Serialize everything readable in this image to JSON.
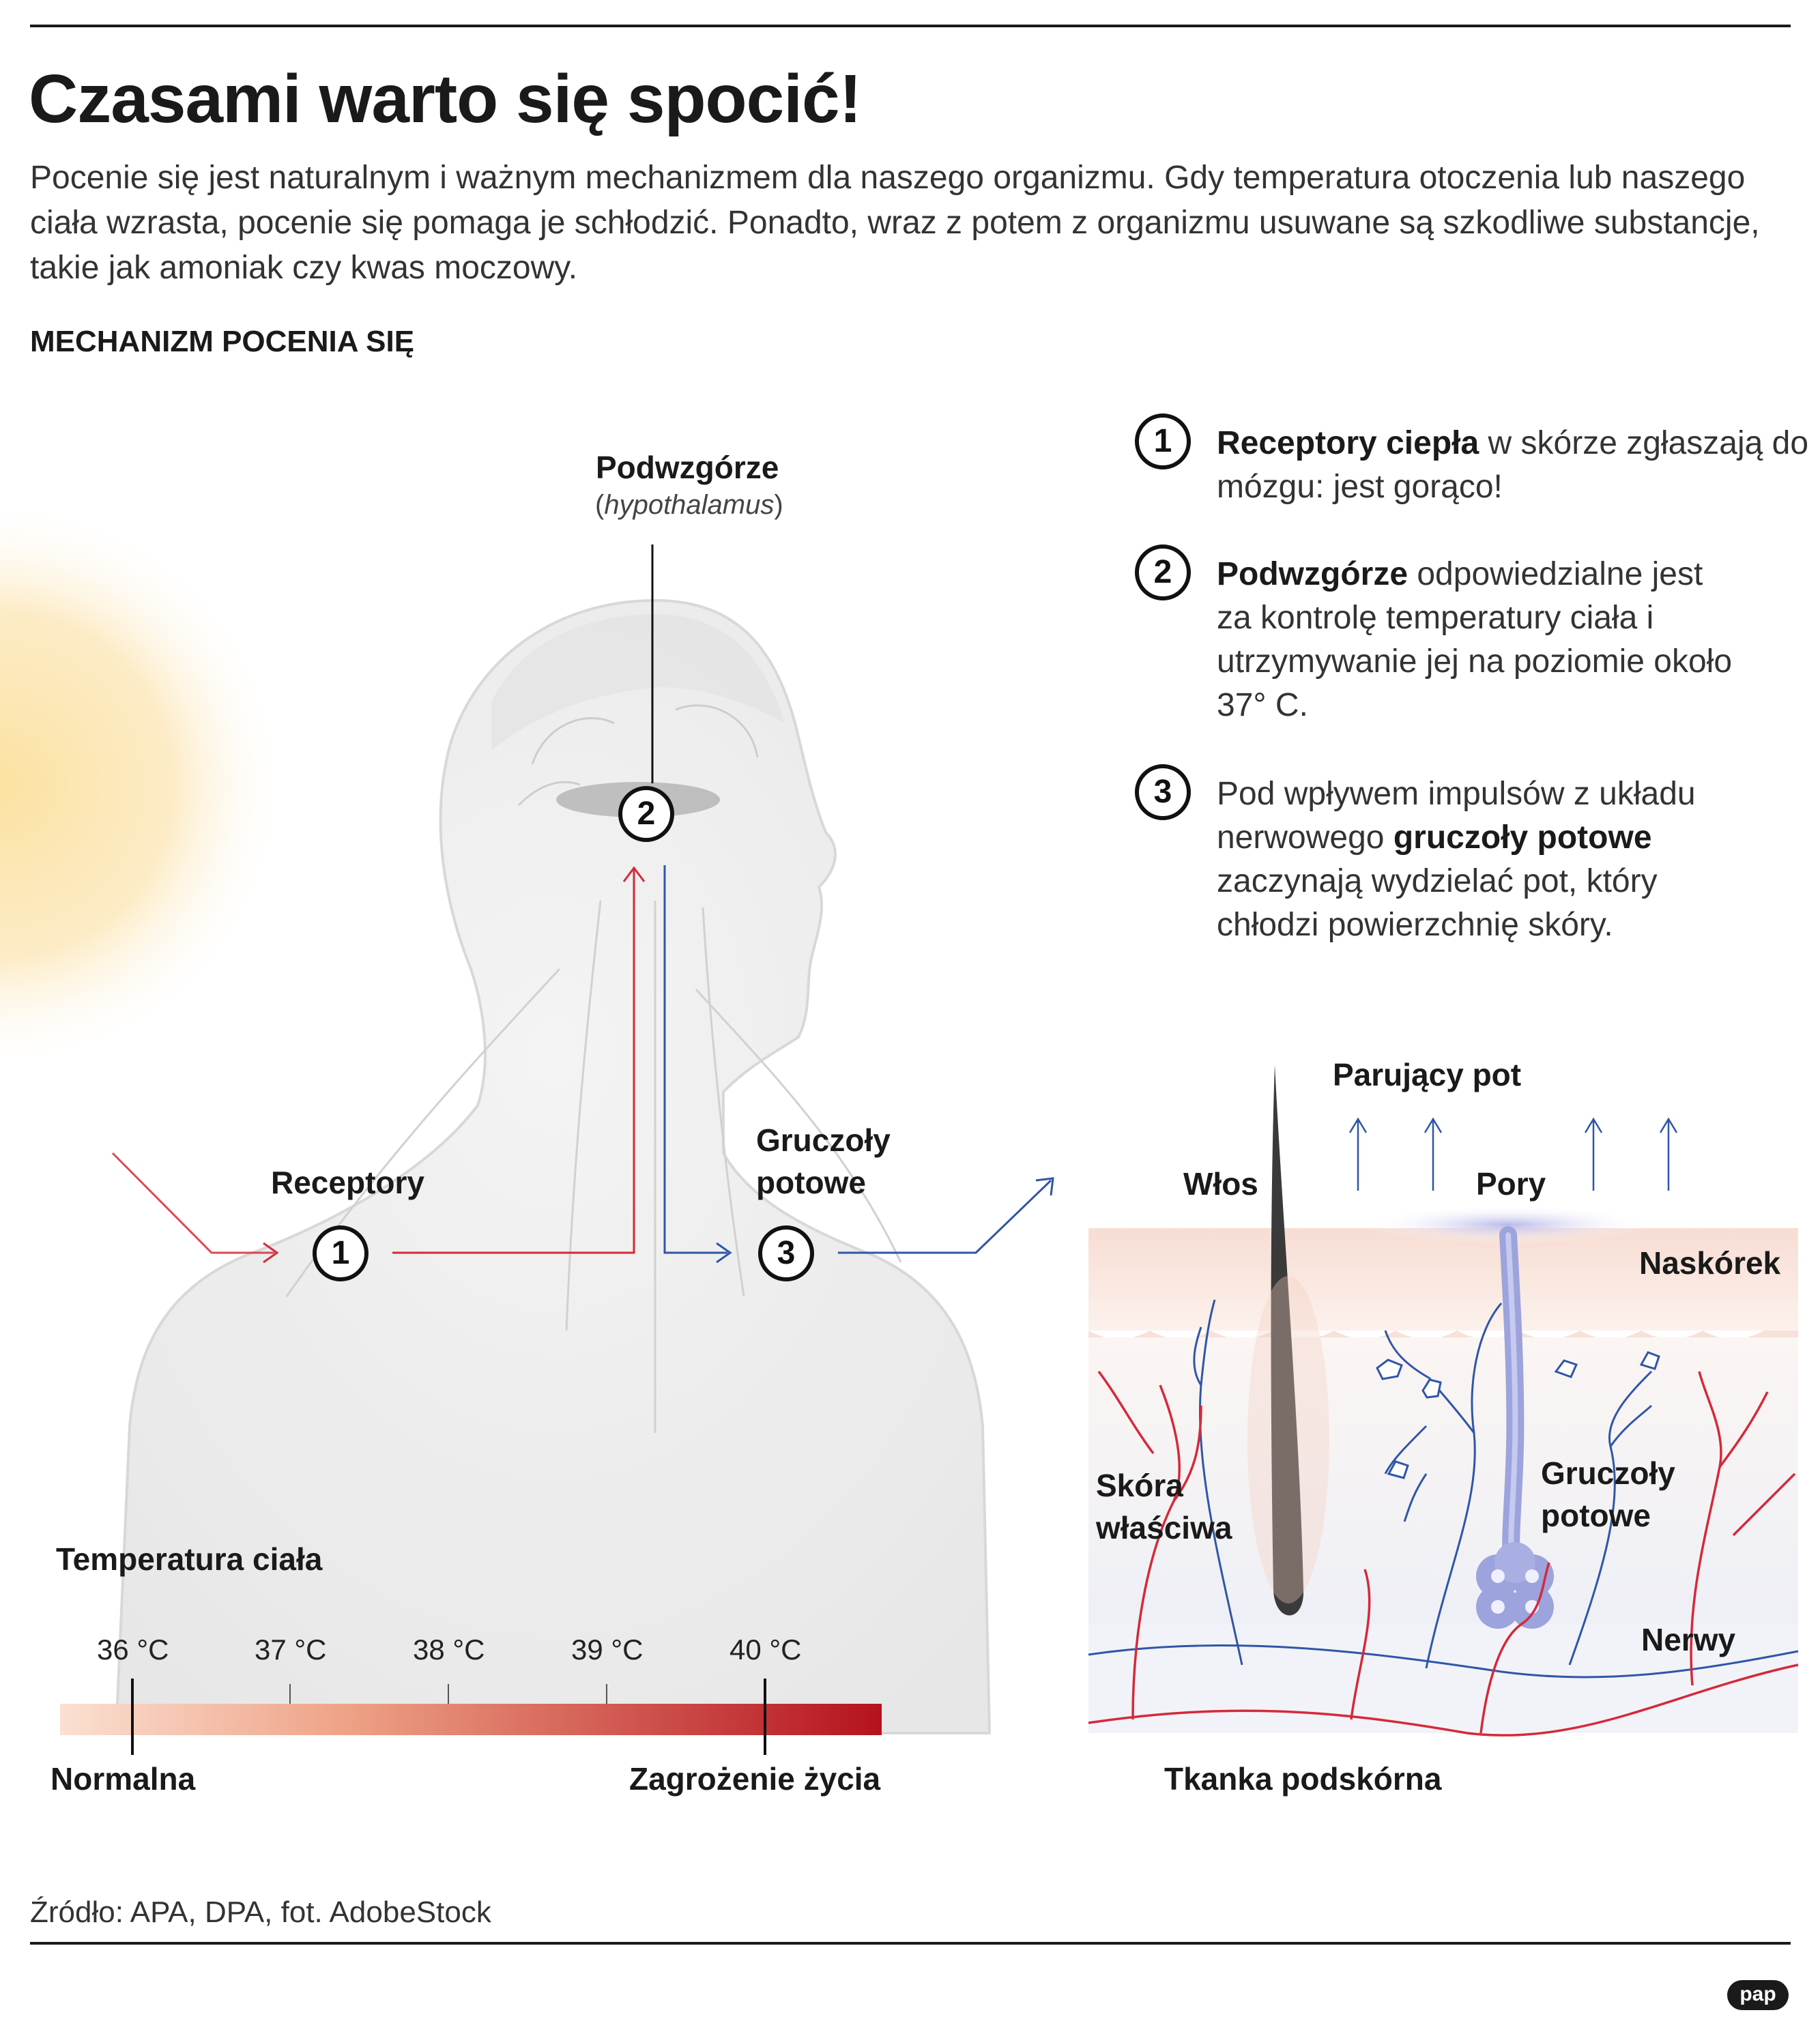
{
  "header": {
    "title": "Czasami warto się spocić!",
    "intro": "Pocenie się jest naturalnym i ważnym mechanizmem dla naszego organizmu. Gdy temperatura otoczenia lub naszego ciała wzrasta, pocenie się pomaga je schłodzić. Ponadto, wraz z potem z organizmu usuwane są szkodliwe substancje, takie jak amoniak czy kwas moczowy.",
    "section_title": "MECHANIZM POCENIA SIĘ"
  },
  "body_diagram": {
    "hypothalamus_label": "Podwzgórze",
    "hypothalamus_latin": "hypothalamus",
    "receptors_label": "Receptory",
    "glands_label_line1": "Gruczoły",
    "glands_label_line2": "potowe"
  },
  "steps": [
    {
      "number": "1",
      "bold": "Receptory ciepła",
      "text_after": " w skórze zgłaszają do mózgu: jest gorąco!"
    },
    {
      "number": "2",
      "bold": "Podwzgórze",
      "text_after": " odpowiedzialne jest za kontrolę temperatury ciała i utrzymywanie jej na poziomie około 37° C."
    },
    {
      "number": "3",
      "text_before": "Pod wpływem impulsów z układu nerwowego ",
      "bold": "gruczoły potowe",
      "text_after": " zaczynają wydzielać pot, który chłodzi powierzchnię skóry."
    }
  ],
  "skin_diagram": {
    "evaporating_sweat": "Parujący pot",
    "hair": "Włos",
    "pores": "Pory",
    "epidermis": "Naskórek",
    "dermis_line1": "Skóra",
    "dermis_line2": "właściwa",
    "sweat_glands_line1": "Gruczoły",
    "sweat_glands_line2": "potowe",
    "nerves": "Nerwy",
    "subcutaneous": "Tkanka podskórna"
  },
  "temperature_scale": {
    "title": "Temperatura ciała",
    "ticks": [
      {
        "label": "36 °C",
        "value": 36
      },
      {
        "label": "37 °C",
        "value": 37
      },
      {
        "label": "38 °C",
        "value": 38
      },
      {
        "label": "39 °C",
        "value": 39
      },
      {
        "label": "40 °C",
        "value": 40
      }
    ],
    "normal_label": "Normalna",
    "danger_label": "Zagrożenie życia"
  },
  "footer": {
    "source": "Źródło: APA, DPA, fot. AdobeStock",
    "logo": "pap"
  },
  "colors": {
    "red_nerve": "#d42a3a",
    "blue_nerve": "#2f56a8",
    "scale_start": "#f7cbb8",
    "scale_end": "#b5121e",
    "sun": "#fbe3a8"
  }
}
